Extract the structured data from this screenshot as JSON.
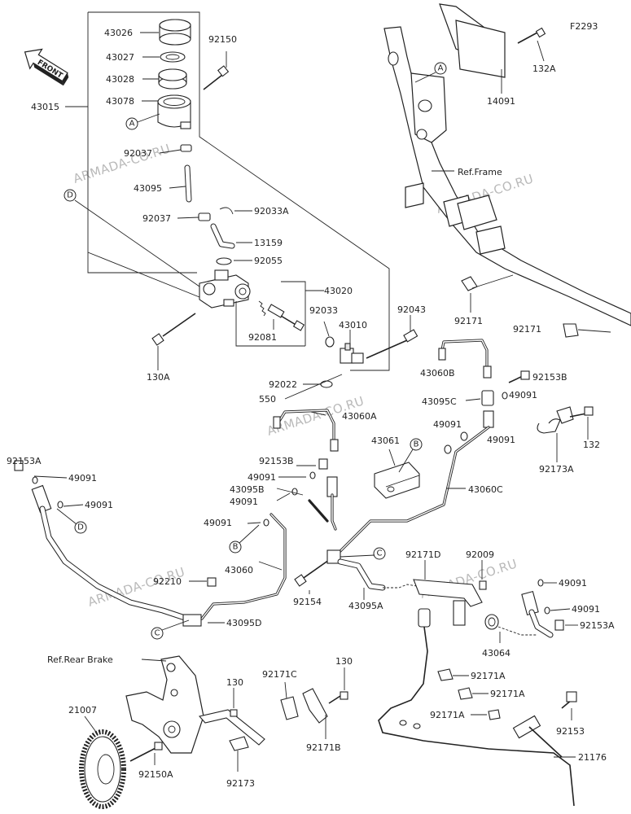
{
  "diagram": {
    "code": "F2293",
    "front_label": "FRONT",
    "watermark": "ARMADA-CO.RU",
    "labels": {
      "p43026": "43026",
      "p43027": "43027",
      "p43028": "43028",
      "p43078": "43078",
      "p92150": "92150",
      "p43015": "43015",
      "p92037a": "92037",
      "p43095": "43095",
      "p92037b": "92037",
      "p92033A": "92033A",
      "p13159": "13159",
      "p92055": "92055",
      "p43020": "43020",
      "p92033": "92033",
      "p92081": "92081",
      "p43010": "43010",
      "p92043": "92043",
      "p130A": "130A",
      "p92022": "92022",
      "p550": "550",
      "p43060A": "43060A",
      "p43060B": "43060B",
      "p92153B_r": "92153B",
      "p43095C": "43095C",
      "p49091_r1": "49091",
      "p49091_r2": "49091",
      "p49091_r3": "49091",
      "p43061": "43061",
      "p43060C": "43060C",
      "p92153A_l": "92153A",
      "p49091_l1": "49091",
      "p49091_l2": "49091",
      "p92153B_m": "92153B",
      "p49091_m1": "49091",
      "p43095B": "43095B",
      "p49091_m2": "49091",
      "p49091_m3": "49091",
      "p43060": "43060",
      "p92210": "92210",
      "p43095D": "43095D",
      "p92154": "92154",
      "p43095A": "43095A",
      "p92171D": "92171D",
      "p92009": "92009",
      "p43064": "43064",
      "p49091_br1": "49091",
      "p49091_br2": "49091",
      "p92153A_r": "92153A",
      "p92171A_1": "92171A",
      "p92171A_2": "92171A",
      "p92171A_3": "92171A",
      "p92153": "92153",
      "p21176": "21176",
      "pRefRearBrake": "Ref.Rear Brake",
      "p21007": "21007",
      "p92150A": "92150A",
      "p130_1": "130",
      "p92173": "92173",
      "p92171C": "92171C",
      "p130_2": "130",
      "p92171B": "92171B",
      "p14091": "14091",
      "p132A": "132A",
      "pRefFrame": "Ref.Frame",
      "p92171_1": "92171",
      "p92171_2": "92171",
      "p132": "132",
      "p92173A": "92173A"
    },
    "callouts": {
      "A": "A",
      "B": "B",
      "C": "C",
      "D": "D"
    }
  }
}
